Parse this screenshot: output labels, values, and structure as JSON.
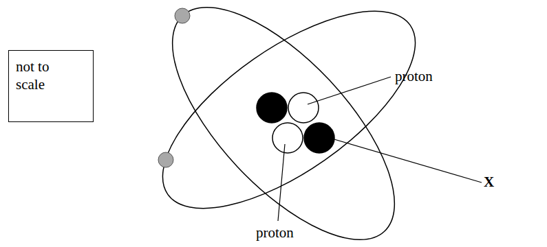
{
  "diagram": {
    "nodes": [
      {
        "text": [
          "not to scale"
        ]
      }
    ],
    "labels": [
      "proton",
      "proton",
      "X"
    ]
  }
}
